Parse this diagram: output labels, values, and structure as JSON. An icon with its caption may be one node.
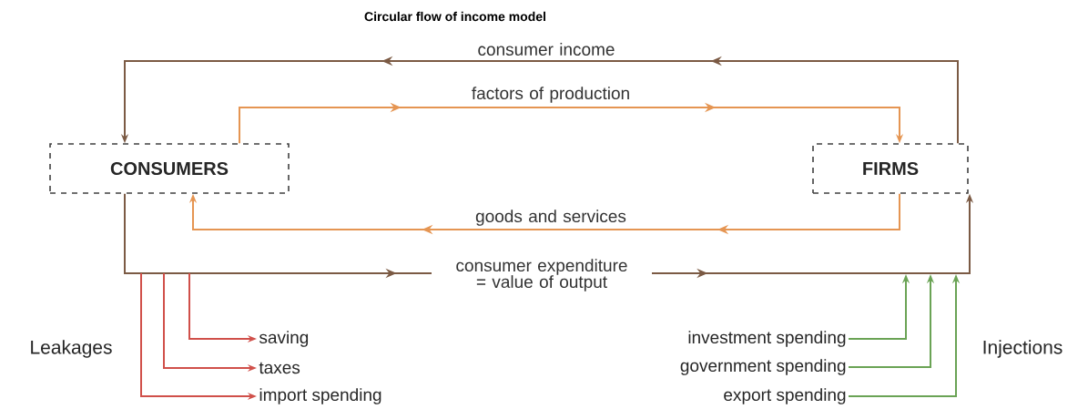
{
  "diagram": {
    "title": "Circular flow of income model",
    "nodes": [
      {
        "text": [
          "CONSUMERS"
        ]
      },
      {
        "text": [
          "FIRMS"
        ]
      },
      {
        "text": [
          "saving"
        ]
      },
      {
        "text": [
          "taxes"
        ]
      },
      {
        "text": [
          "import spending"
        ]
      },
      {
        "text": [
          "investment spending"
        ]
      },
      {
        "text": [
          "government spending"
        ]
      },
      {
        "text": [
          "export spending"
        ]
      }
    ],
    "edges": [
      {
        "from": 1,
        "to": 0,
        "arrow": "to",
        "label": "consumer income",
        "color": "#7b5a44"
      },
      {
        "from": 0,
        "to": 1,
        "arrow": "to",
        "label": "factors of production",
        "color": "#e59552"
      },
      {
        "from": 1,
        "to": 0,
        "arrow": "to",
        "label": "goods and services",
        "color": "#e59552"
      },
      {
        "from": 0,
        "to": 1,
        "arrow": "to",
        "label": "consumer expenditure = value of output",
        "color": "#7b5a44"
      },
      {
        "from": null,
        "to": 2,
        "arrow": "to",
        "color": "#d0504a"
      },
      {
        "from": null,
        "to": 3,
        "arrow": "to",
        "color": "#d0504a"
      },
      {
        "from": null,
        "to": 4,
        "arrow": "to",
        "color": "#d0504a"
      },
      {
        "from": 5,
        "to": null,
        "arrow": "to",
        "color": "#6aa355"
      },
      {
        "from": 6,
        "to": null,
        "arrow": "to",
        "color": "#6aa355"
      },
      {
        "from": 7,
        "to": null,
        "arrow": "to",
        "color": "#6aa355"
      }
    ],
    "labels": [
      "Leakages",
      "Injections"
    ]
  }
}
